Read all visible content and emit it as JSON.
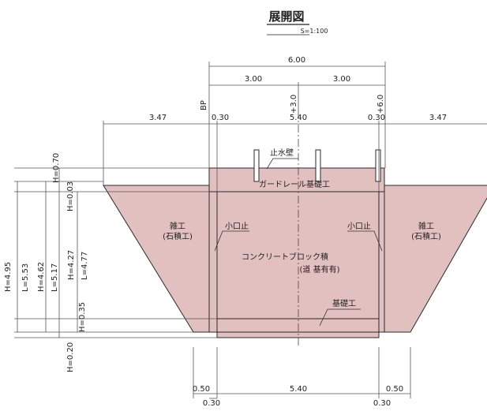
{
  "title": "展開図",
  "scale": "S=1:100",
  "top_dims": {
    "total": "6.00",
    "left_half": "3.00",
    "right_half": "3.00",
    "bp": "BP",
    "center_mark": "+3.0",
    "right_mark": "+6.0",
    "wing_left": "3.47",
    "wing_right": "3.47",
    "top_wall_left": "0.30",
    "top_inner": "5.40",
    "top_wall_right": "0.30"
  },
  "left_dims": {
    "h495": "H=4.95",
    "l553": "L=5.53",
    "h462": "H=4.62",
    "l517": "L=5.17",
    "h427": "H=4.27",
    "l477": "L=4.77",
    "h070": "H=0.70",
    "h003": "H=0.03",
    "h035": "H=0.35",
    "h020": "H=0.20"
  },
  "bottom_dims": {
    "left_wall": "0.50",
    "inner": "5.40",
    "right_wall": "0.50",
    "left_base": "0.30",
    "right_base": "0.30"
  },
  "labels": {
    "cutoff_wall": "止水壁",
    "guardrail": "ガードレール基礎工",
    "wing_left": "雑工",
    "wing_left_sub": "(石積工)",
    "wing_right": "雑工",
    "wing_right_sub": "(石積工)",
    "opening_left": "小口止",
    "opening_right": "小口止",
    "block": "コンクリートブロック積",
    "block_sub": "(道  基有有)",
    "foundation": "基礎工"
  },
  "colors": {
    "fill": "#e2c0c0",
    "line": "#2a2a2a"
  }
}
